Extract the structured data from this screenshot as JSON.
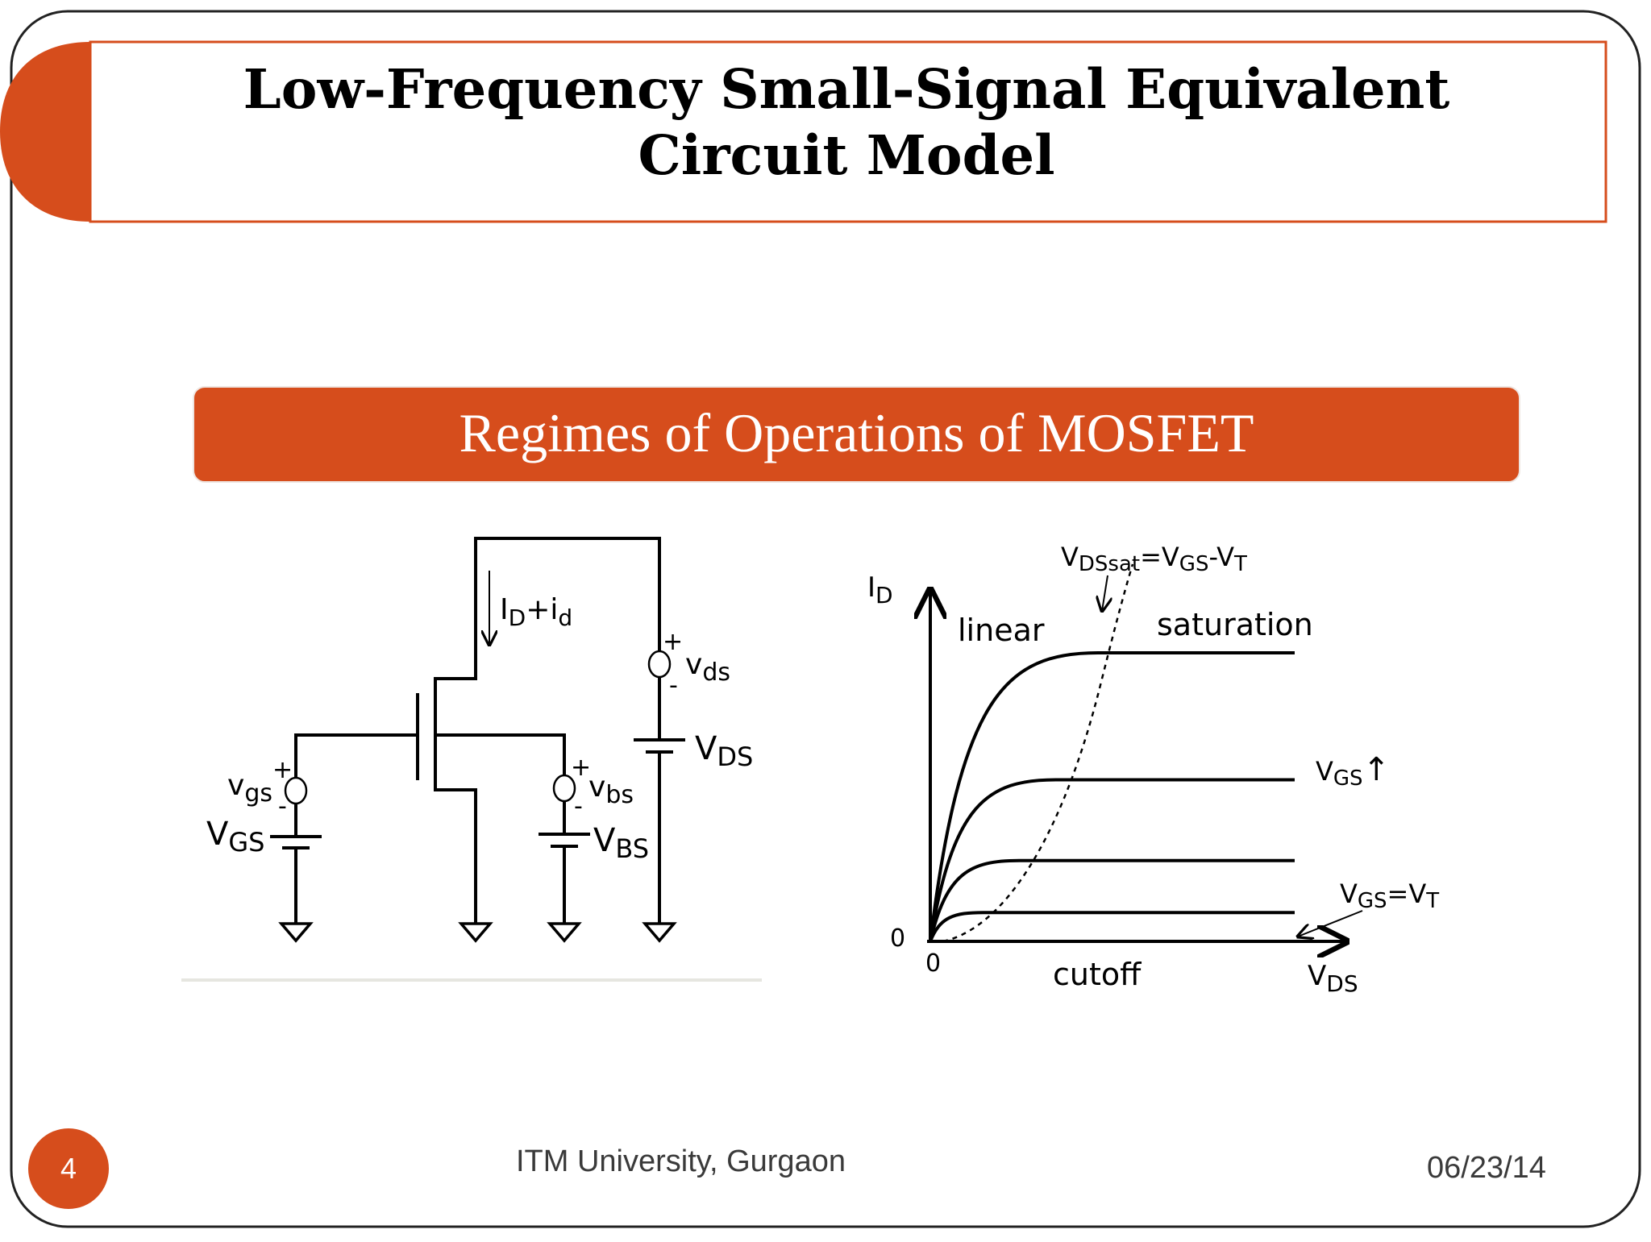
{
  "slide": {
    "title": "Low-Frequency Small-Signal  Equivalent  Circuit Model",
    "subtitle": "Regimes of Operations of MOSFET",
    "page_number": "4",
    "footer": "ITM University, Gurgaon",
    "date": "06/23/14"
  },
  "colors": {
    "accent": "#D64D1C",
    "frame": "#222222",
    "banner_text": "#FFFFFF"
  },
  "circuit": {
    "current_label": "I_D+i_d",
    "small_vds": "v_ds",
    "big_vds": "V_DS",
    "small_vgs": "v_gs",
    "big_vgs": "V_GS",
    "small_vbs": "v_bs",
    "big_vbs": "V_BS",
    "plus": "+",
    "minus": "-"
  },
  "chart_data": {
    "type": "line",
    "xlabel": "VDS",
    "ylabel": "ID",
    "x_origin_label": "0",
    "y_origin_label": "0",
    "regions": [
      "linear",
      "saturation",
      "cutoff"
    ],
    "boundary_label": "VDSsat=VGS-VT",
    "annotations": [
      "VGS↑",
      "VGS=VT"
    ],
    "curves_saturation_levels": [
      1.0,
      0.56,
      0.28,
      0.1
    ],
    "grid": false
  }
}
